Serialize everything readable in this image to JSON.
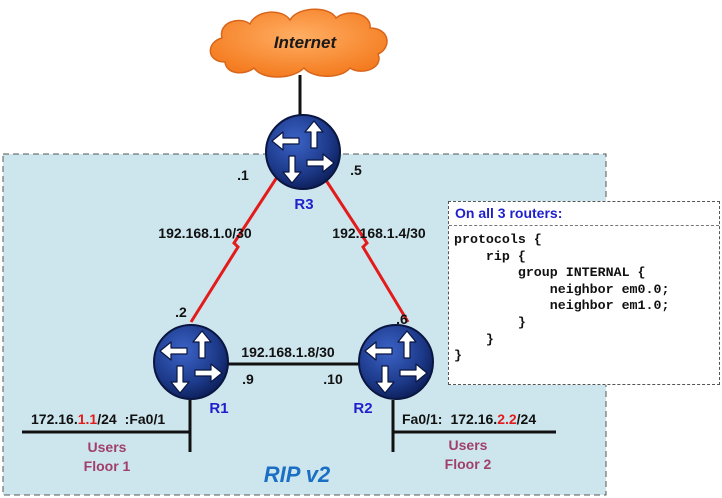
{
  "internet_label": "Internet",
  "network_label": "RIP v2",
  "routers": [
    {
      "name": "R3"
    },
    {
      "name": "R1"
    },
    {
      "name": "R2"
    }
  ],
  "links": {
    "r3_r1_subnet": "192.168.1.0/30",
    "r3_r2_subnet": "192.168.1.4/30",
    "r1_r2_subnet": "192.168.1.8/30"
  },
  "interface_ids": {
    "r3_to_r1": ".1",
    "r3_to_r2": ".5",
    "r1_to_r3": ".2",
    "r2_to_r3": ".6",
    "r1_to_r2": ".9",
    "r2_to_r1": ".10"
  },
  "lans": {
    "r1": {
      "prefix": "172.16.",
      "highlight": "1.1",
      "suffix": "/24",
      "iface": ":Fa0/1",
      "users_line1": "Users",
      "users_line2": "Floor 1"
    },
    "r2": {
      "iface": "Fa0/1:",
      "prefix": "172.16.",
      "highlight": "2.2",
      "suffix": "/24",
      "users_line1": "Users",
      "users_line2": "Floor 2"
    }
  },
  "config": {
    "title": "On all 3 routers:",
    "code": "protocols {\n    rip {\n        group INTERNAL {\n            neighbor em0.0;\n            neighbor em1.0;\n        }\n    }\n}"
  },
  "colors": {
    "area_fill": "#cde6ee",
    "serial_link": "#e31b1b",
    "router_body": "#1d3a8a",
    "cloud": "#f47c20",
    "router_name": "#1f1fcc",
    "users_text": "#a0406a",
    "network_label": "#1a6fc4"
  }
}
